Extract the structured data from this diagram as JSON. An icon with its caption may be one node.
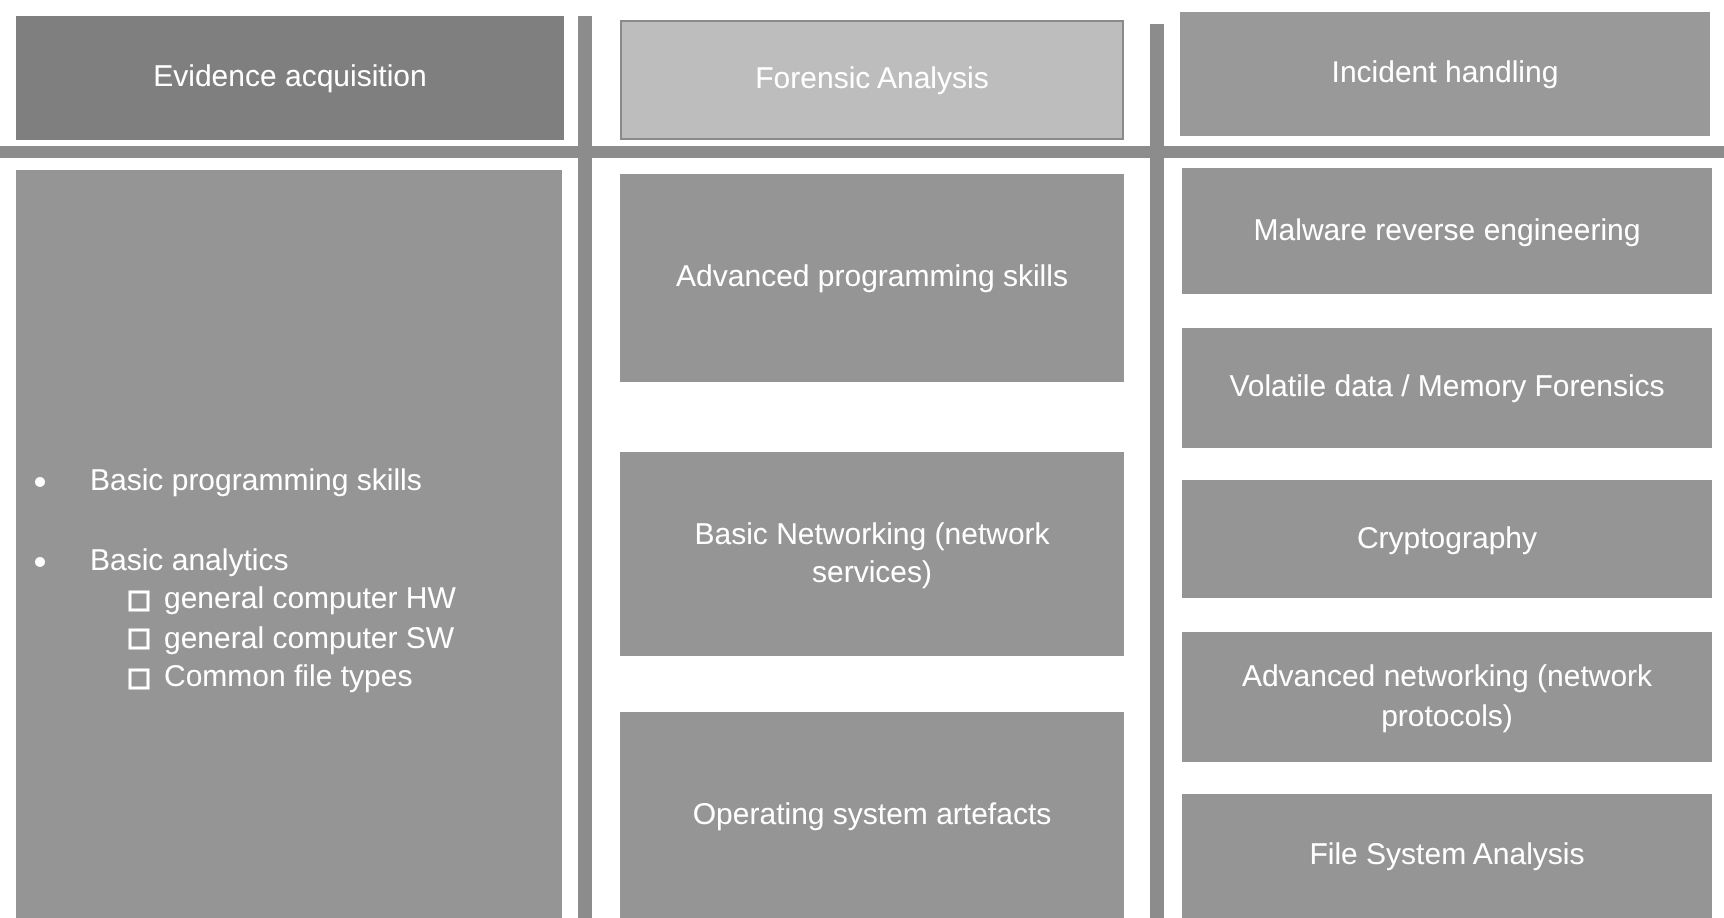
{
  "diagram": {
    "nodes": [
      {
        "text": [
          "Evidence acquisition"
        ]
      },
      {
        "text": [
          "Forensic Analysis"
        ]
      },
      {
        "text": [
          "Incident handling"
        ]
      },
      {
        "text": [
          "Basic programming skills",
          "Basic analytics",
          "general computer HW",
          "general computer SW",
          "Common file types"
        ]
      },
      {
        "text": [
          "Advanced programming skills"
        ]
      },
      {
        "text": [
          "Basic Networking (network services)"
        ]
      },
      {
        "text": [
          "Operating system artefacts"
        ]
      },
      {
        "text": [
          "Malware reverse engineering"
        ]
      },
      {
        "text": [
          "Volatile data / Memory Forensics"
        ]
      },
      {
        "text": [
          "Cryptography"
        ]
      },
      {
        "text": [
          "Advanced networking (network protocols)"
        ]
      },
      {
        "text": [
          "File System Analysis"
        ]
      }
    ]
  }
}
